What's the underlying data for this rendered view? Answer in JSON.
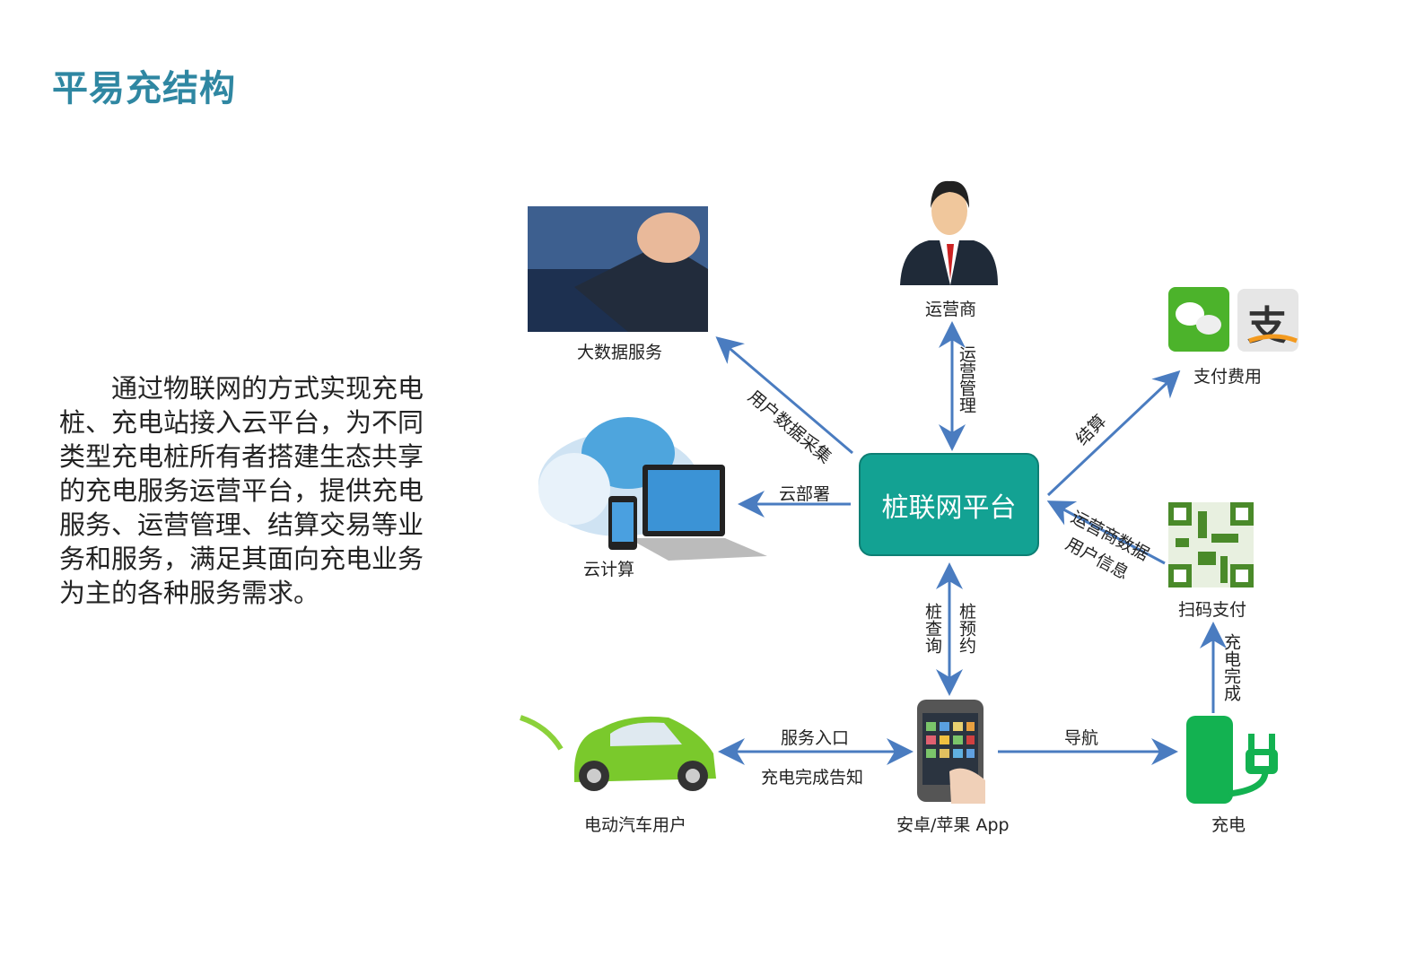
{
  "title": "平易充结构",
  "description": "通过物联网的方式实现充电桩、充电站接入云平台，为不同类型充电桩所有者搭建生态共享的充电服务运营平台，提供充电服务、运营管理、结算交易等业务和服务，满足其面向充电业务为主的各种服务需求。",
  "diagram": {
    "center": "桩联网平台",
    "nodes": {
      "bigdata": "大数据服务",
      "operator": "运营商",
      "payment": "支付费用",
      "cloud": "云计算",
      "qr": "扫码支付",
      "car": "电动汽车用户",
      "app": "安卓/苹果 App",
      "charge": "充电"
    },
    "edges": {
      "user_data": "用户数据采集",
      "ops_mgmt": "运营管理",
      "settle": "结算",
      "deploy": "云部署",
      "operator_data": "运营商数据",
      "user_info": "用户信息",
      "pile_query": "桩查询",
      "pile_reserve": "桩预约",
      "service_entry": "服务入口",
      "charge_notice": "充电完成告知",
      "navigation": "导航",
      "charge_done": "充电完成"
    },
    "colors": {
      "arrow": "#4a7cc0",
      "platform": "#13a293",
      "title": "#2f87a2",
      "green": "#13b251"
    }
  }
}
